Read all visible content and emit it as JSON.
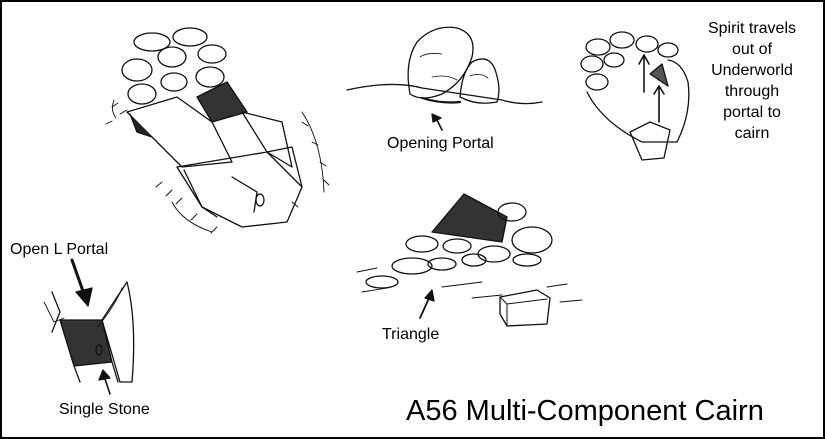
{
  "labels": {
    "opening_portal": "Opening Portal",
    "spirit_lines": [
      "Spirit travels",
      "out of",
      "Underworld",
      "through",
      "portal to",
      "cairn"
    ],
    "open_l_portal": "Open L Portal",
    "triangle": "Triangle",
    "single_stone": "Single Stone"
  },
  "title": "A56 Multi-Component Cairn"
}
